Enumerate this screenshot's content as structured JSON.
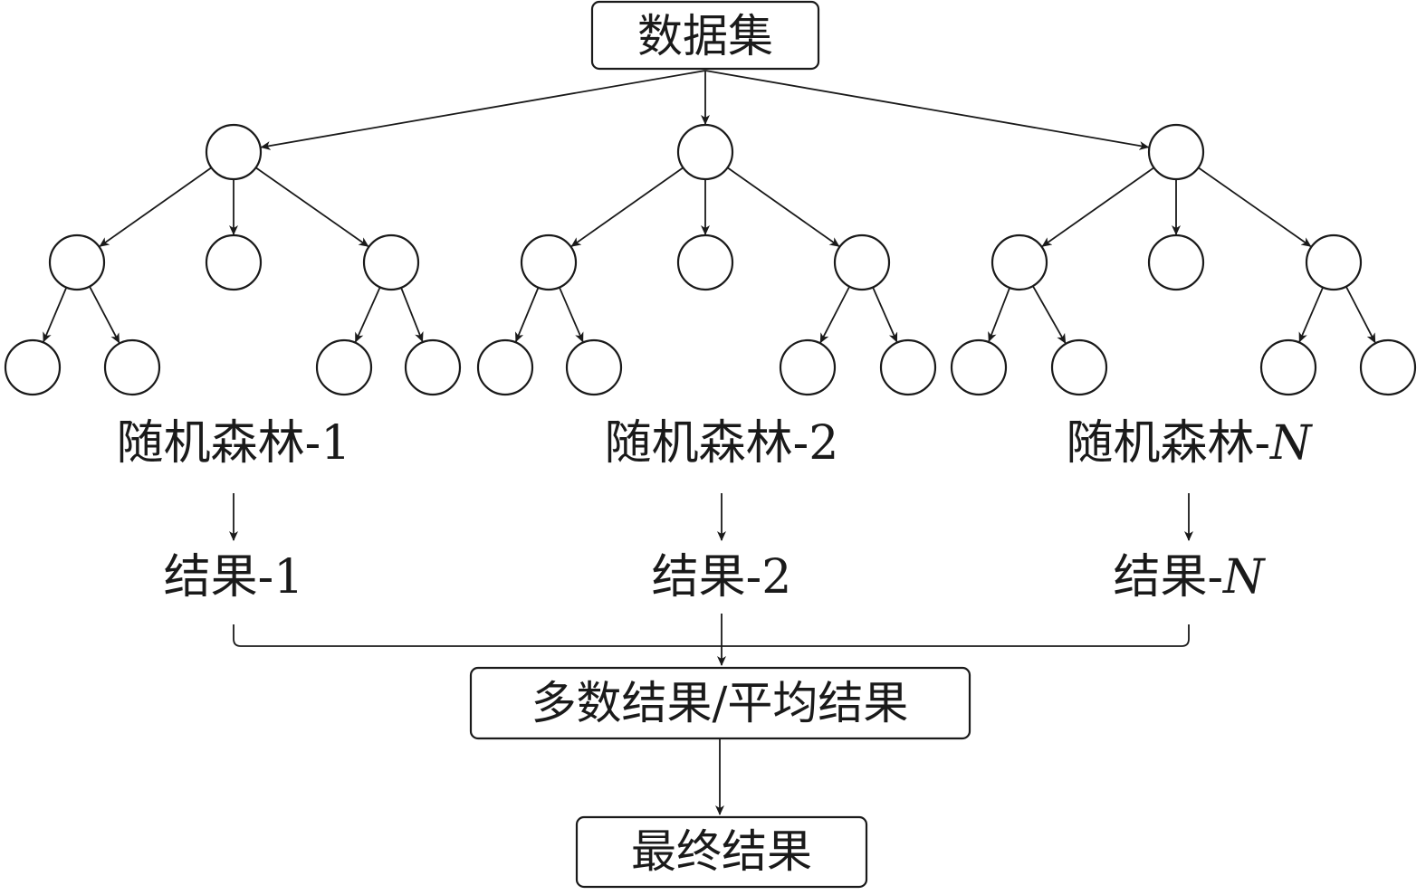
{
  "diagram": {
    "dataset_label": "数据集",
    "forests": [
      {
        "name": "随机森林-",
        "suffix": "1",
        "suffix_italic": false,
        "result_name": "结果-",
        "result_suffix": "1"
      },
      {
        "name": "随机森林-",
        "suffix": "2",
        "suffix_italic": false,
        "result_name": "结果-",
        "result_suffix": "2"
      },
      {
        "name": "随机森林-",
        "suffix": "N",
        "suffix_italic": true,
        "result_name": "结果-",
        "result_suffix": "N"
      }
    ],
    "aggregate_label": "多数结果/平均结果",
    "final_label": "最终结果"
  }
}
